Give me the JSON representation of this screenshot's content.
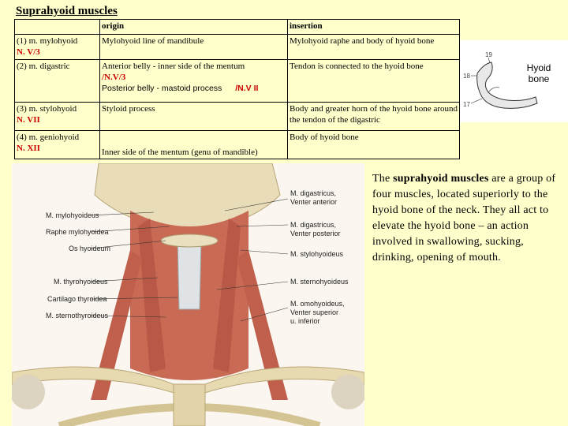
{
  "title": "Suprahyoid muscles",
  "table": {
    "headers": [
      "",
      "origin",
      "insertion"
    ],
    "rows": [
      {
        "muscle": "(1) m. mylohyoid",
        "nerve": "N. V/3",
        "origin": "Mylohyoid line of  mandibule",
        "insertion": "Mylohyoid raphe and body of hyoid bone"
      },
      {
        "muscle": "(2) m. digastric",
        "nerve": "",
        "origin_a": "Anterior belly   -  inner side  of  the    mentum",
        "origin_a_nerve": "/N.V/3",
        "origin_b": "Posterior belly  - mastoid process",
        "origin_b_nerve": "/N.V II",
        "insertion": "Tendon is connected to the hyoid bone"
      },
      {
        "muscle": "(3) m. stylohyoid",
        "nerve": "N. VII",
        "origin": "Styloid process",
        "insertion": "Body and greater horn of  the  hyoid bone around the tendon of the digastric"
      },
      {
        "muscle": "(4) m. geniohyoid",
        "nerve": "N. XII",
        "origin": "Inner side of the mentum (genu of mandible)",
        "insertion": "Body of hyoid bone"
      }
    ]
  },
  "bone_figure": {
    "label": "Hyoid bone",
    "numbers": [
      "19",
      "18",
      "17"
    ]
  },
  "anatomy_labels": {
    "left": [
      "M. mylohyoideus",
      "Raphe mylohyoidea",
      "Os hyoideum",
      "M. thyrohyoideus",
      "Cartilago thyroidea",
      "M. sternothyroideus"
    ],
    "right": [
      "M. digastricus,",
      "Venter anterior",
      "M. digastricus,",
      "Venter posterior",
      "M. stylohyoideus",
      "M. sternohyoideus",
      "M. omohyoideus,",
      "Venter superior",
      "u. inferior"
    ]
  },
  "description": {
    "pre": "The ",
    "bold": "suprahyoid muscles",
    "post": " are a group of four muscles, located superiorly to the hyoid bone of the neck. They all act to elevate the hyoid bone – an action involved in swallowing, sucking, drinking, opening of mouth."
  }
}
